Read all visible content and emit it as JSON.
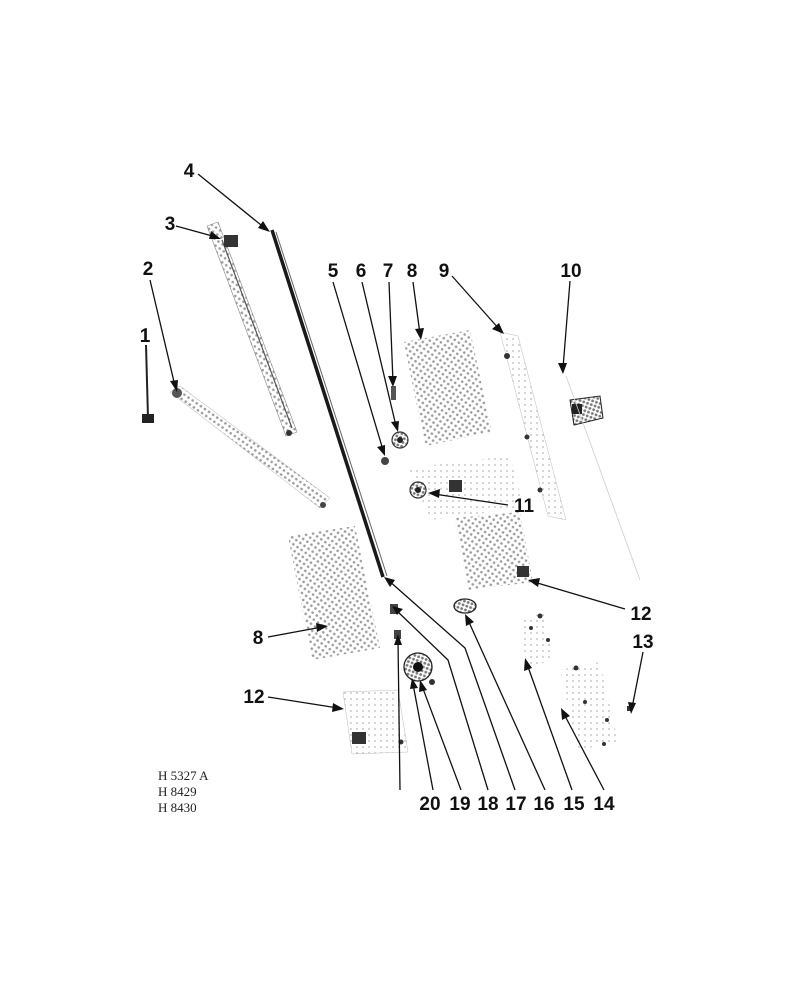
{
  "callouts": [
    "1",
    "2",
    "3",
    "4",
    "5",
    "6",
    "7",
    "8",
    "9",
    "10",
    "11",
    "12",
    "13",
    "14",
    "15",
    "16",
    "17",
    "18",
    "19",
    "20"
  ],
  "reference_codes": [
    "H 5327 A",
    "H 8429",
    "H 8430"
  ],
  "colors": {
    "ink": "#111111",
    "halftone": "#9a9a9a",
    "paper": "#ffffff"
  }
}
